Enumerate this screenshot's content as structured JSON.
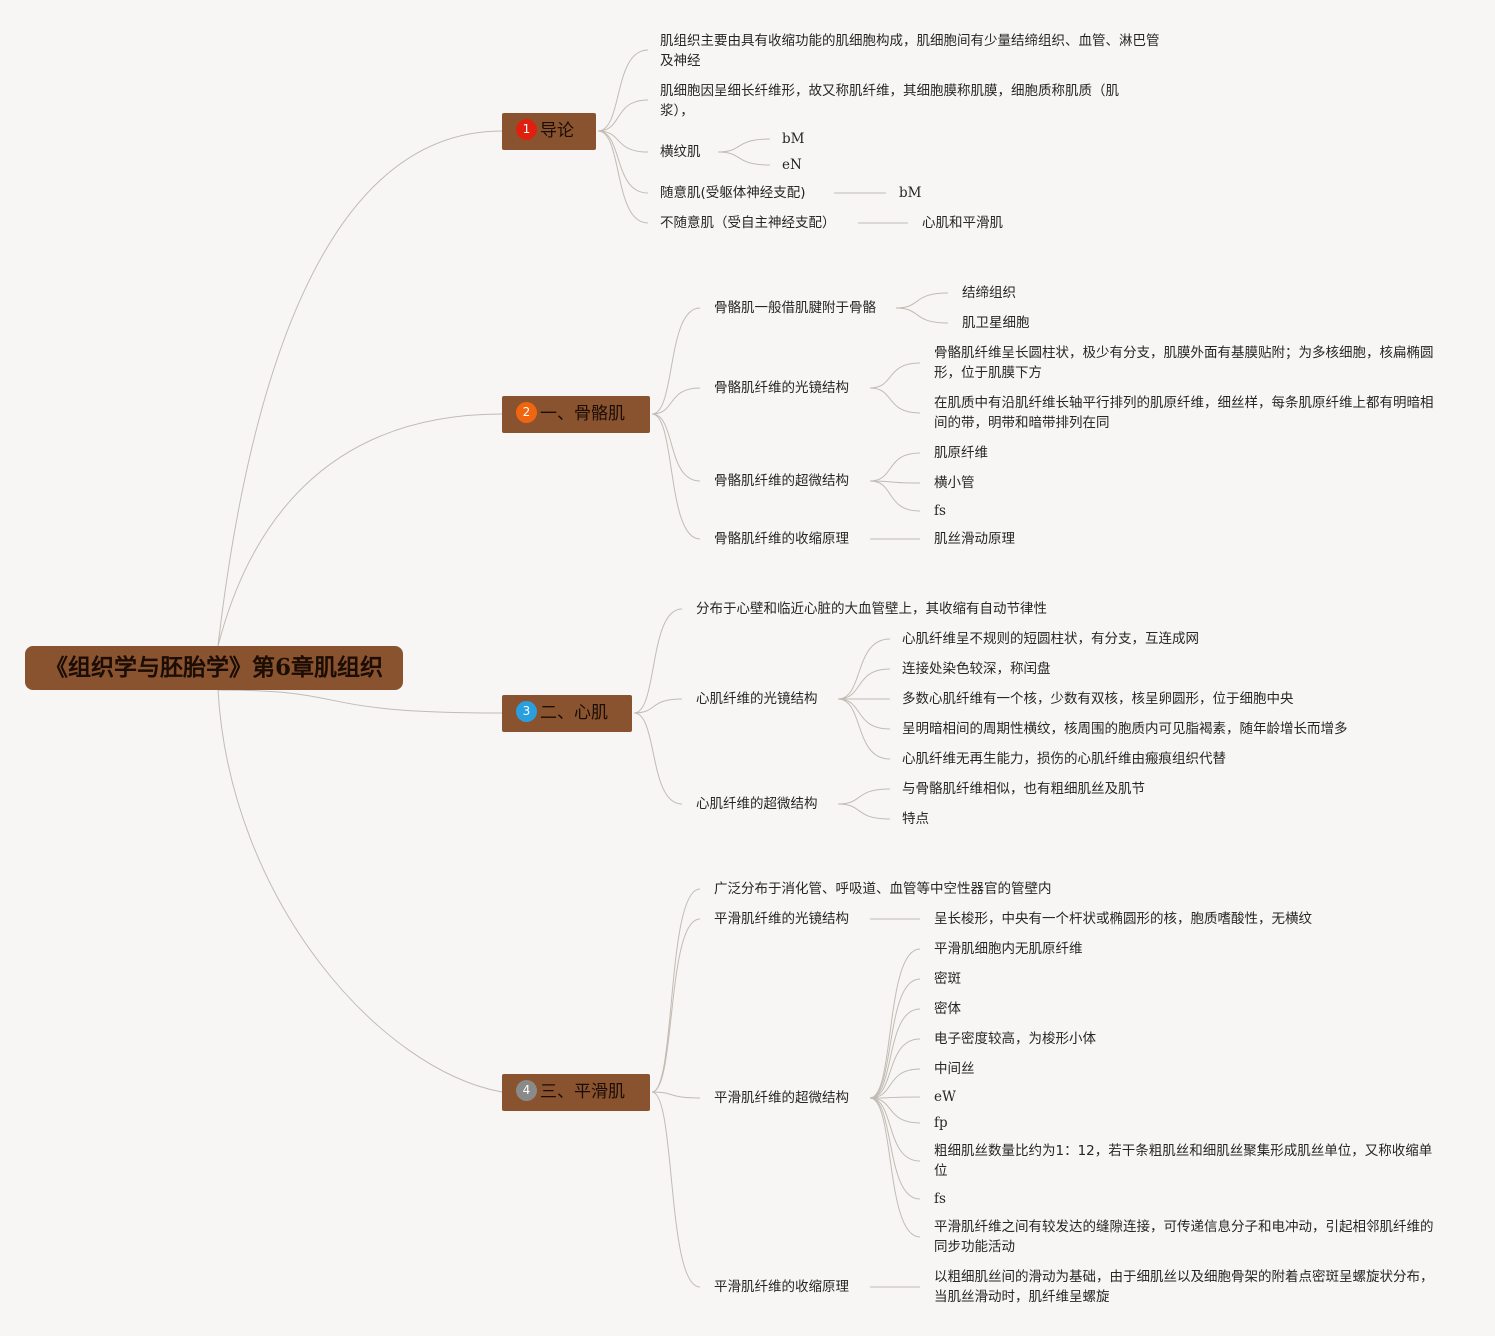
{
  "root": {
    "title": "《组织学与胚胎学》第6章肌组织"
  },
  "colors": {
    "node_fill": "#8a5330",
    "line": "#c2bbb4",
    "badge1": "#e0200f",
    "badge2": "#f0650f",
    "badge3": "#2a9fe0",
    "badge4": "#8a8a8a"
  },
  "branches": [
    {
      "badge": "1",
      "label": "导论",
      "children": [
        {
          "text": "肌组织主要由具有收缩功能的肌细胞构成，肌细胞间有少量结缔组织、血管、淋巴管及神经"
        },
        {
          "text": "肌细胞因呈细长纤维形，故又称肌纤维，其细胞膜称肌膜，细胞质称肌质（肌浆），"
        },
        {
          "text": "横纹肌",
          "children": [
            "bM",
            "eN"
          ]
        },
        {
          "text": "随意肌(受躯体神经支配)",
          "children": [
            "bM"
          ]
        },
        {
          "text": "不随意肌（受自主神经支配）",
          "children": [
            "心肌和平滑肌"
          ]
        }
      ]
    },
    {
      "badge": "2",
      "label": "一、骨骼肌",
      "children": [
        {
          "text": "骨骼肌一般借肌腱附于骨骼",
          "children": [
            "结缔组织",
            "肌卫星细胞"
          ]
        },
        {
          "text": "骨骼肌纤维的光镜结构",
          "children": [
            "骨骼肌纤维呈长圆柱状，极少有分支，肌膜外面有基膜贴附；为多核细胞，核扁椭圆形，位于肌膜下方",
            "在肌质中有沿肌纤维长轴平行排列的肌原纤维，细丝样，每条肌原纤维上都有明暗相间的带，明带和暗带排列在同"
          ]
        },
        {
          "text": "骨骼肌纤维的超微结构",
          "children": [
            "肌原纤维",
            "横小管",
            "fs"
          ]
        },
        {
          "text": "骨骼肌纤维的收缩原理",
          "children": [
            "肌丝滑动原理"
          ]
        }
      ]
    },
    {
      "badge": "3",
      "label": "二、心肌",
      "children": [
        {
          "text": "分布于心壁和临近心脏的大血管壁上，其收缩有自动节律性"
        },
        {
          "text": "心肌纤维的光镜结构",
          "children": [
            "心肌纤维呈不规则的短圆柱状，有分支，互连成网",
            "连接处染色较深，称闰盘",
            "多数心肌纤维有一个核，少数有双核，核呈卵圆形，位于细胞中央",
            "呈明暗相间的周期性横纹，核周围的胞质内可见脂褐素，随年龄增长而增多",
            "心肌纤维无再生能力，损伤的心肌纤维由瘢痕组织代替"
          ]
        },
        {
          "text": "心肌纤维的超微结构",
          "children": [
            "与骨骼肌纤维相似，也有粗细肌丝及肌节",
            "特点"
          ]
        }
      ]
    },
    {
      "badge": "4",
      "label": "三、平滑肌",
      "children": [
        {
          "text": "广泛分布于消化管、呼吸道、血管等中空性器官的管壁内"
        },
        {
          "text": "平滑肌纤维的光镜结构",
          "children": [
            "呈长梭形，中央有一个杆状或椭圆形的核，胞质嗜酸性，无横纹"
          ]
        },
        {
          "text": "平滑肌纤维的超微结构",
          "children": [
            "平滑肌细胞内无肌原纤维",
            "密斑",
            "密体",
            "电子密度较高，为梭形小体",
            "中间丝",
            "eW",
            "fp",
            "粗细肌丝数量比约为1：12，若干条粗肌丝和细肌丝聚集形成肌丝单位，又称收缩单位",
            "fs",
            "平滑肌纤维之间有较发达的缝隙连接，可传递信息分子和电冲动，引起相邻肌纤维的同步功能活动"
          ]
        },
        {
          "text": "平滑肌纤维的收缩原理",
          "children": [
            "以粗细肌丝间的滑动为基础，由于细肌丝以及细胞骨架的附着点密斑呈螺旋状分布，当肌丝滑动时，肌纤维呈螺旋"
          ]
        }
      ]
    }
  ]
}
